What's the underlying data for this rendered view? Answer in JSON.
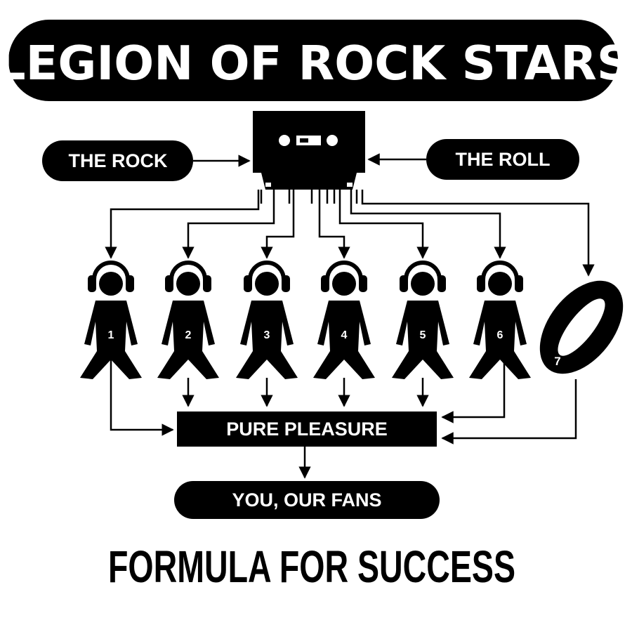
{
  "title": "LEGION OF ROCK STARS",
  "inputs": {
    "left": "THE ROCK",
    "right": "THE ROLL"
  },
  "members": [
    "1",
    "2",
    "3",
    "4",
    "5",
    "6"
  ],
  "record_label": "7",
  "result": "PURE PLEASURE",
  "audience": "YOU, OUR FANS",
  "footer": "FORMULA FOR SUCCESS",
  "colors": {
    "ink": "#000000",
    "paper": "#ffffff"
  },
  "icons": [
    "cassette-icon",
    "headphone-figure-icon",
    "record-icon"
  ]
}
